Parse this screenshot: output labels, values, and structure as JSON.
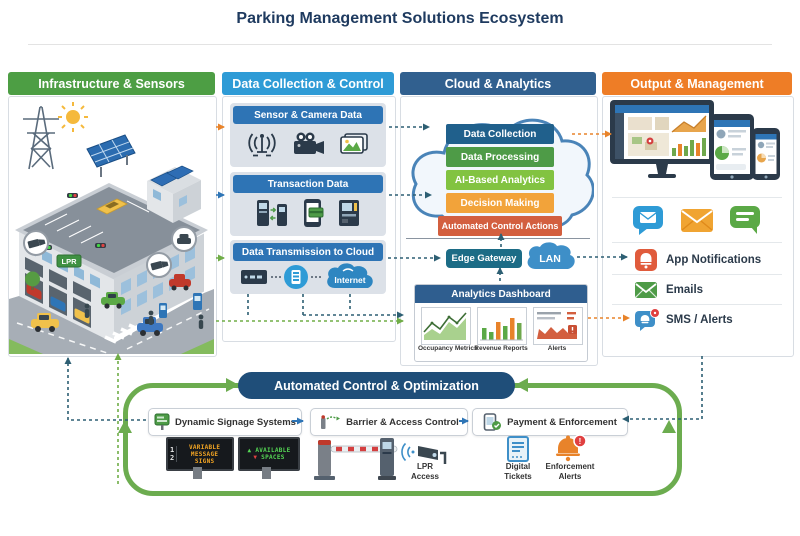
{
  "title": "Parking Management Solutions Ecosystem",
  "colors": {
    "infrastructure_header": "#4D9E44",
    "data_collection_header": "#2E9BD6",
    "cloud_header": "#31608F",
    "output_header": "#EE7D26",
    "sub_box_header": "#2E74B5",
    "dashboard_header": "#2F5E8F",
    "pill": "#1F4E79",
    "edge_gateway": "#1C6C86",
    "loop_green": "#6CAC4F",
    "stack": [
      "#20608C",
      "#4E9B47",
      "#82C341",
      "#F2A33A",
      "#D35F3F"
    ]
  },
  "panels": {
    "infrastructure": {
      "header": "Infrastructure & Sensors",
      "lpr_badge": "LPR"
    },
    "data_collection": {
      "header": "Data Collection & Control",
      "boxes": [
        {
          "title": "Sensor & Camera Data",
          "icons": [
            "wireless-signal-icon",
            "video-camera-icon",
            "photos-icon"
          ]
        },
        {
          "title": "Transaction Data",
          "icons": [
            "payment-kiosks-icon",
            "mobile-payment-icon",
            "atm-icon"
          ]
        },
        {
          "title": "Data Transmission to Cloud",
          "icons": [
            "router-icon",
            "server-icon",
            "internet-cloud-icon"
          ],
          "internet_label": "Internet"
        }
      ]
    },
    "cloud": {
      "header": "Cloud & Analytics",
      "stack": [
        {
          "label": "Data Collection"
        },
        {
          "label": "Data Processing"
        },
        {
          "label": "AI-Based Analytics"
        },
        {
          "label": "Decision Making"
        },
        {
          "label": "Automated Control Actions"
        }
      ],
      "edge_gateway_label": "Edge Gateway",
      "lan_label": "LAN",
      "dashboard": {
        "title": "Analytics Dashboard",
        "panels": [
          {
            "label": "Occupancy Metrics"
          },
          {
            "label": "Revenue Reports"
          },
          {
            "label": "Alerts"
          }
        ]
      }
    },
    "output": {
      "header": "Output & Management",
      "message_icons": [
        "chat-envelope-icon",
        "envelope-icon",
        "chat-lines-icon"
      ],
      "items": [
        {
          "label": "App Notifications",
          "icon": "app-notification-icon"
        },
        {
          "label": "Emails",
          "icon": "email-icon"
        },
        {
          "label": "SMS / Alerts",
          "icon": "sms-alert-icon"
        }
      ]
    }
  },
  "bottom": {
    "pill_label": "Automated Control & Optimization",
    "boxes": [
      {
        "label": "Dynamic Signage Systems",
        "icon": "signage-icon"
      },
      {
        "label": "Barrier & Access Control",
        "icon": "barrier-icon"
      },
      {
        "label": "Payment & Enforcement",
        "icon": "payment-check-icon"
      }
    ],
    "sign1": {
      "num1": "1",
      "num2": "2",
      "lines": [
        "VARIABLE",
        "MESSAGE",
        "SIGNS"
      ]
    },
    "sign2": {
      "up": "▲",
      "line1": "AVAILABLE",
      "down": "▼",
      "line2": "SPACES"
    },
    "captions": {
      "lpr": [
        "LPR",
        "Access"
      ],
      "digital_tickets": [
        "Digital",
        "Tickets"
      ],
      "enforcement_alerts": [
        "Enforcement",
        "Alerts"
      ],
      "alert_badge": "!"
    }
  }
}
